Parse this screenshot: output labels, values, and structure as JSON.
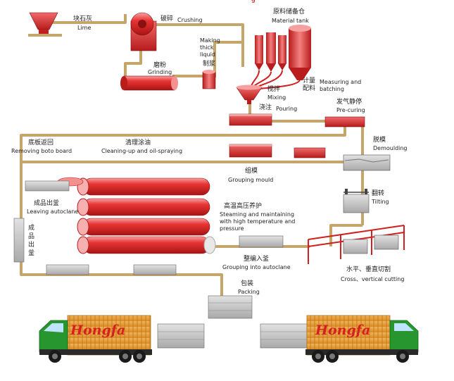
{
  "header_fragment": "g",
  "steps": {
    "lime": {
      "zh": "块石灰",
      "en": "Lime"
    },
    "crushing": {
      "zh": "破碎",
      "en": "Crushing"
    },
    "material": {
      "zh": "原料储备仓",
      "en": "Material tank"
    },
    "making": {
      "en": "Making thick liquid",
      "zh": "制浆"
    },
    "grinding": {
      "zh": "磨粉",
      "en": "Grinding"
    },
    "measuring": {
      "zh": "计量配料",
      "en": "Measuring and batching"
    },
    "mixing": {
      "zh": "搅拌",
      "en": "Mixing"
    },
    "pouring": {
      "zh": "浇注",
      "en": "Pouring"
    },
    "precuring": {
      "zh": "发气静停",
      "en": "Pre-curing"
    },
    "boardreturn": {
      "zh": "底板返回",
      "en": "Removing boto board"
    },
    "cleaning": {
      "zh": "清理涂油",
      "en": "Cleaning-up and oil-spraying"
    },
    "demoulding": {
      "zh": "脱模",
      "en": "Demoulding"
    },
    "grouping": {
      "zh": "组模",
      "en": "Grouping mould"
    },
    "leaving": {
      "zh": "成品出釜",
      "en": "Leaving autoclane"
    },
    "leaving_v": {
      "zh": "成品出釜"
    },
    "tilting": {
      "zh": "翻转",
      "en": "Tilting"
    },
    "steaming": {
      "zh": "高温高压养护",
      "en": "Steaming and maintaining with high temperature and pressure"
    },
    "groupinto": {
      "zh": "整编入釜",
      "en": "Grouping into autoclane"
    },
    "cutting": {
      "zh": "水平、垂直切割",
      "en": "Cross、vertical cutting"
    },
    "packing": {
      "zh": "包装",
      "en": "Packing"
    }
  },
  "trucks": [
    {
      "brand": "Hongfa"
    },
    {
      "brand": "Hongfa"
    }
  ],
  "colors": {
    "pipe": "#c6a56b",
    "equipment_red": "#dd2a2a",
    "autoclave_red": "#e83434",
    "cab_green": "#27962f",
    "cargo_orange": "#e7a03c",
    "block_grey": "#c9c9c9"
  }
}
